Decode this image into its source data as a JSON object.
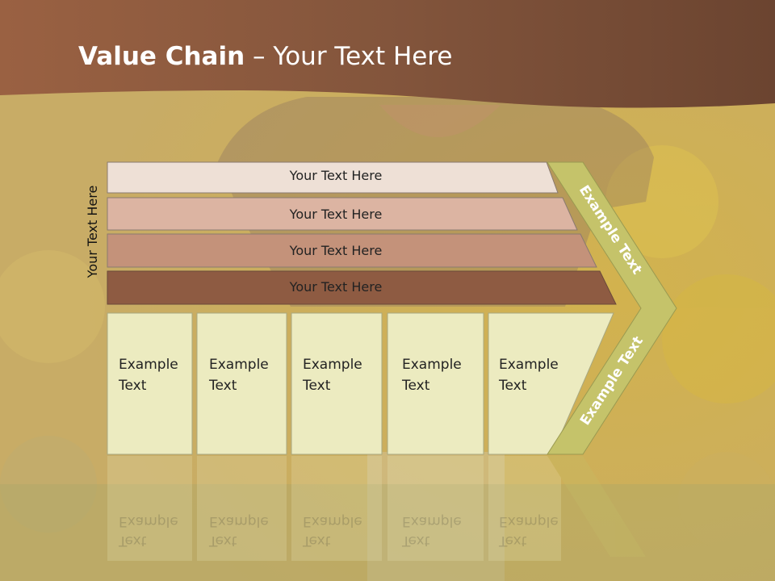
{
  "slide": {
    "title_bold": "Value Chain",
    "title_rest": " – Your Text Here",
    "vertical_label": "Your Text Here",
    "bars": [
      {
        "label": "Your Text Here"
      },
      {
        "label": "Your Text Here"
      },
      {
        "label": "Your Text Here"
      },
      {
        "label": "Your Text Here"
      }
    ],
    "columns": [
      {
        "line1": "Example",
        "line2": "Text"
      },
      {
        "line1": "Example",
        "line2": "Text"
      },
      {
        "line1": "Example",
        "line2": "Text"
      },
      {
        "line1": "Example",
        "line2": "Text"
      },
      {
        "line1": "Example",
        "line2": "Text"
      }
    ],
    "chevron": {
      "upper": "Example Text",
      "lower": "Example Text"
    },
    "colors": {
      "header": "#7a4a30",
      "column_fill": "#ecebc0",
      "chevron_fill": "#c5c36a",
      "bar1": "#eee0d6",
      "bar2": "#dcb4a2",
      "bar3": "#c4927a",
      "bar4": "#8e5b42"
    }
  }
}
